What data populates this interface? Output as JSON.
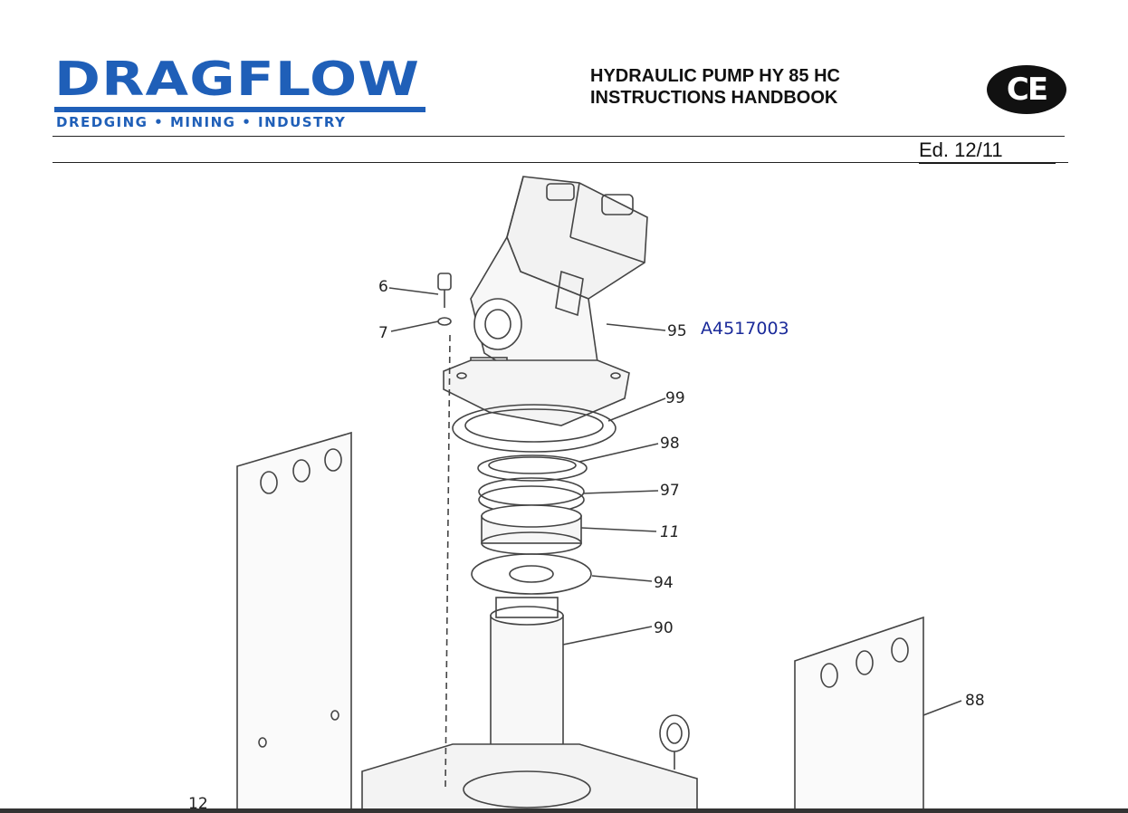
{
  "header": {
    "logo": {
      "name": "DRAGFLOW",
      "tagline": "DREDGING • MINING • INDUSTRY"
    },
    "title_line1": "HYDRAULIC PUMP HY 85 HC",
    "title_line2": "INSTRUCTIONS HANDBOOK",
    "ce_mark": "CE",
    "edition": "Ed. 12/11"
  },
  "drawing": {
    "part_code": "A4517003",
    "callouts": [
      "6",
      "7",
      "95",
      "99",
      "98",
      "97",
      "11",
      "94",
      "90",
      "88",
      "12"
    ]
  },
  "colors": {
    "brand": "#1f5fb8",
    "part_code": "#1a2a9a"
  }
}
